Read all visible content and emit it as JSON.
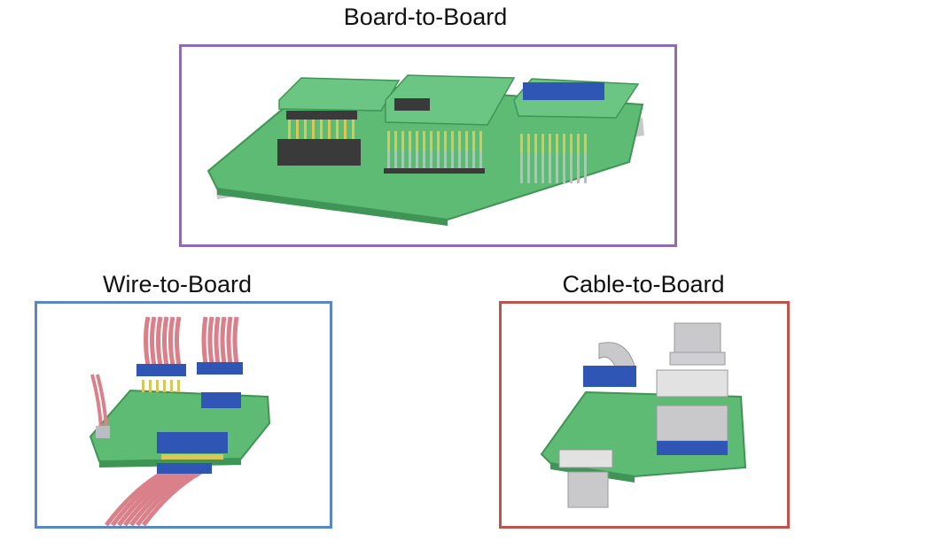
{
  "panels": {
    "board_to_board": {
      "title": "Board-to-Board",
      "border_color": "#8e6bb4"
    },
    "wire_to_board": {
      "title": "Wire-to-Board",
      "border_color": "#5b86c4"
    },
    "cable_to_board": {
      "title": "Cable-to-Board",
      "border_color": "#c1534d"
    }
  },
  "colors": {
    "pcb_top": "#5dbb73",
    "pcb_edge": "#3e9556",
    "header_black": "#3a3a3a",
    "pin_gold": "#d8c85a",
    "pin_silver": "#b9bcc2",
    "connector_blue": "#2f55b5",
    "wire_red": "#d9808a",
    "cable_gray": "#c9c9cc"
  }
}
